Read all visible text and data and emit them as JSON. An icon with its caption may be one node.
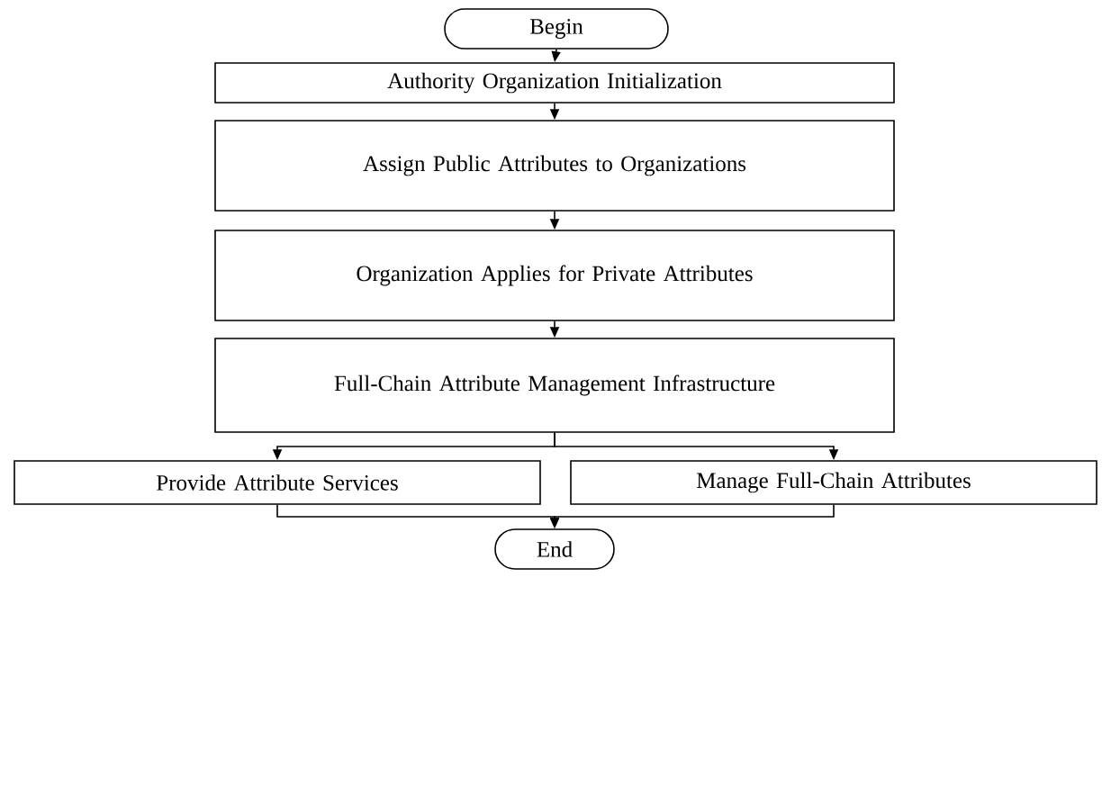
{
  "diagram": {
    "nodes": [
      {
        "text": [
          "Begin"
        ]
      },
      {
        "text": [
          "Authority Organization Initialization"
        ]
      },
      {
        "text": [
          "Assign Public Attributes to Organizations"
        ]
      },
      {
        "text": [
          "Organization Applies for Private Attributes"
        ]
      },
      {
        "text": [
          "Full-Chain Attribute Management Infrastructure"
        ]
      },
      {
        "text": [
          "Provide Attribute Services"
        ]
      },
      {
        "text": [
          "Manage Full-Chain Attributes"
        ]
      },
      {
        "text": [
          "End"
        ]
      }
    ],
    "edges": [
      {
        "from": 0,
        "to": 1,
        "arrow": "to"
      },
      {
        "from": 1,
        "to": 2,
        "arrow": "to"
      },
      {
        "from": 2,
        "to": 3,
        "arrow": "to"
      },
      {
        "from": 3,
        "to": 4,
        "arrow": "to"
      },
      {
        "from": 4,
        "to": 5,
        "arrow": "to"
      },
      {
        "from": 4,
        "to": 6,
        "arrow": "to"
      },
      {
        "from": 5,
        "to": 7,
        "arrow": "to"
      },
      {
        "from": 6,
        "to": 7,
        "arrow": "to"
      }
    ]
  }
}
